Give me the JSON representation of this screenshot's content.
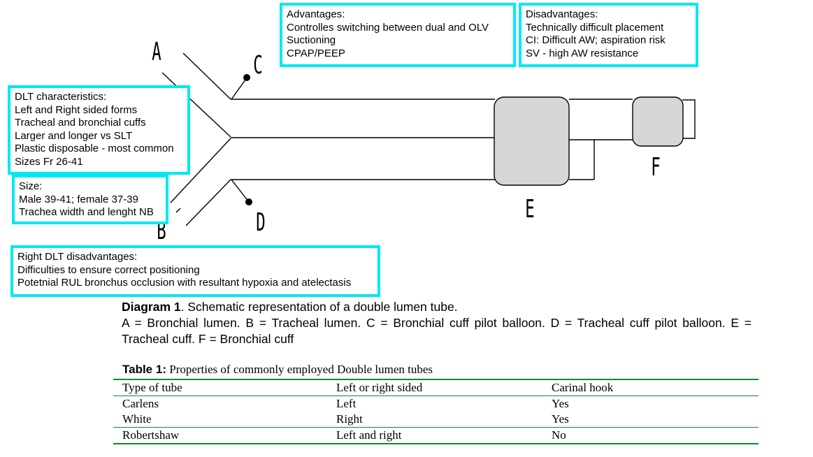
{
  "diagram": {
    "labels": {
      "a": "A",
      "b": "B",
      "c": "C",
      "d": "D",
      "e": "E",
      "f": "F"
    }
  },
  "boxes": {
    "advantages": [
      "Advantages:",
      "Controlles switching between dual and OLV",
      "Suctioning",
      "CPAP/PEEP"
    ],
    "disadvantages": [
      "Disadvantages:",
      "Technically difficult placement",
      "CI: Difficult AW; aspiration risk",
      "SV - high AW resistance"
    ],
    "dlt_characteristics": [
      "DLT characteristics:",
      "Left and Right sided forms",
      "Tracheal and bronchial cuffs",
      "Larger and longer vs SLT",
      "Plastic disposable - most common",
      "Sizes Fr 26-41"
    ],
    "size": [
      "Size:",
      "Male 39-41; female 37-39",
      "Trachea width and lenght NB"
    ],
    "right_dlt": [
      "Right DLT disadvantages:",
      "Difficulties to ensure correct positioning",
      "Potetnial RUL bronchus occlusion with resultant hypoxia and atelectasis"
    ]
  },
  "caption": {
    "bold": "Diagram 1",
    "title_rest": ". Schematic representation of a double lumen tube.",
    "legend": "A = Bronchial lumen. B = Tracheal lumen. C = Bronchial cuff pilot balloon. D = Tracheal cuff pilot balloon. E = Tracheal cuff. F = Bronchial cuff"
  },
  "table": {
    "title_bold": "Table 1:",
    "title_rest": " Properties of commonly employed Double lumen tubes",
    "headers": [
      "Type of tube",
      "Left or right sided",
      "Carinal hook"
    ],
    "rows": [
      [
        "Carlens",
        "Left",
        "Yes"
      ],
      [
        "White",
        "Right",
        "Yes"
      ],
      [
        "Robertshaw",
        "Left and right",
        "No"
      ]
    ]
  },
  "colors": {
    "box_border": "#00e8f2",
    "table_rule": "#118a2b",
    "cuff_fill": "#d6d6d6"
  }
}
